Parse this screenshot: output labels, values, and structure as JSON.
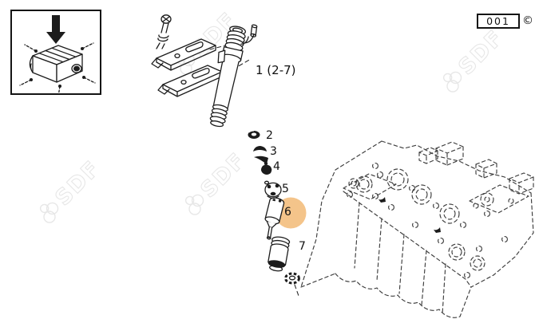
{
  "header": {
    "page_number": "001",
    "copyright": "©"
  },
  "watermark": {
    "text": "SDF"
  },
  "colors": {
    "highlight": "#f4c48a",
    "line": "#1c1c1c",
    "phantom_line": "#3d3d3d",
    "watermark": "#e7e7e7"
  },
  "parts": {
    "p1": "1 (2-7)",
    "p2": "2",
    "p3": "3",
    "p4": "4",
    "p5": "5",
    "p6": "6",
    "p7": "7"
  },
  "highlight": {
    "selected_part": "6"
  }
}
